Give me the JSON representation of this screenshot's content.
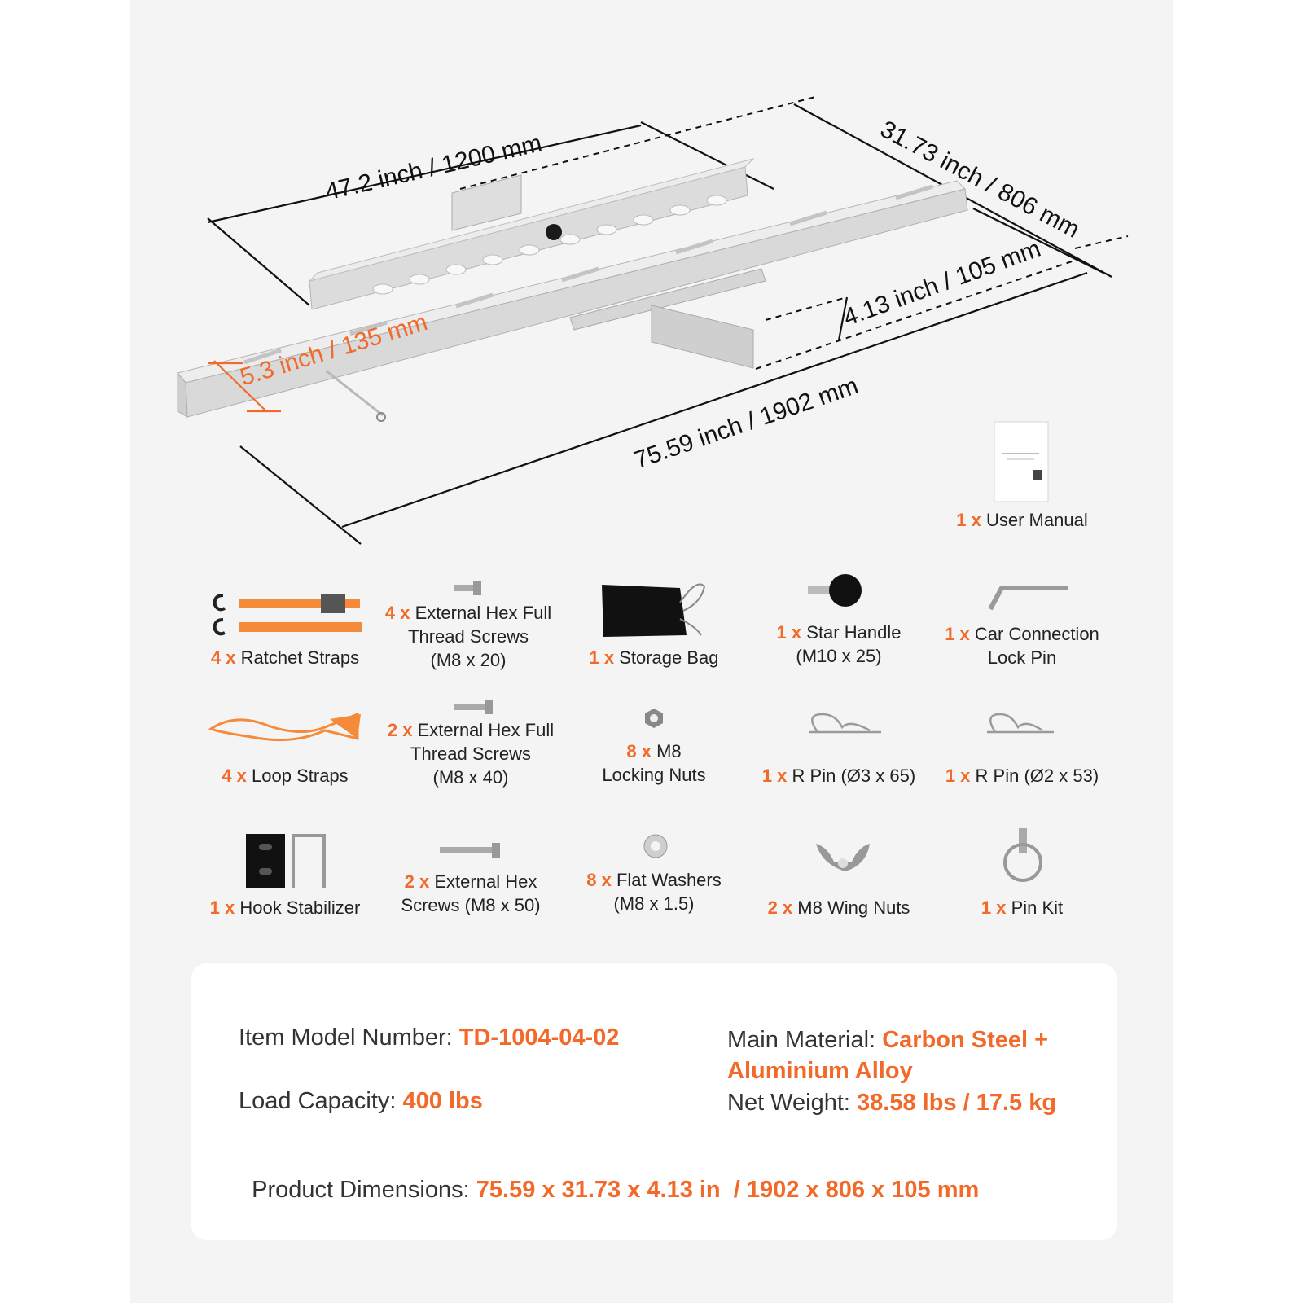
{
  "dimensions": {
    "length_top": "47.2 inch / 1200 mm",
    "width": "31.73 inch / 806 mm",
    "height": "4.13 inch / 105 mm",
    "inner_width": "5.3 inch / 135 mm",
    "length_total": "75.59 inch / 1902 mm"
  },
  "manual": {
    "qty": "1 x",
    "label": "User Manual"
  },
  "items": [
    {
      "qty": "4 x",
      "line1": "Ratchet Straps",
      "line2": "",
      "line3": "",
      "icon": "ratchet-strap-icon"
    },
    {
      "qty": "4 x",
      "line1": "External Hex Full",
      "line2": "Thread Screws",
      "line3": "(M8 x 20)",
      "icon": "hex-screw-icon"
    },
    {
      "qty": "1 x",
      "line1": "Storage Bag",
      "line2": "",
      "line3": "",
      "icon": "storage-bag-icon"
    },
    {
      "qty": "1 x",
      "line1": "Star Handle",
      "line2": "(M10 x 25)",
      "line3": "",
      "icon": "star-handle-icon"
    },
    {
      "qty": "1 x",
      "line1": "Car Connection",
      "line2": "Lock Pin",
      "line3": "",
      "icon": "lock-pin-icon"
    },
    {
      "qty": "4 x",
      "line1": "Loop Straps",
      "line2": "",
      "line3": "",
      "icon": "loop-strap-icon"
    },
    {
      "qty": "2 x",
      "line1": "External Hex Full",
      "line2": "Thread Screws",
      "line3": "(M8 x 40)",
      "icon": "hex-screw-icon"
    },
    {
      "qty": "8 x",
      "line1": "M8",
      "line2": "Locking Nuts",
      "line3": "",
      "icon": "locking-nut-icon"
    },
    {
      "qty": "1 x",
      "line1": "R Pin (Ø3 x 65)",
      "line2": "",
      "line3": "",
      "icon": "r-pin-icon"
    },
    {
      "qty": "1 x",
      "line1": "R Pin (Ø2 x 53)",
      "line2": "",
      "line3": "",
      "icon": "r-pin-icon"
    },
    {
      "qty": "1 x",
      "line1": "Hook Stabilizer",
      "line2": "",
      "line3": "",
      "icon": "hook-stabilizer-icon"
    },
    {
      "qty": "2 x",
      "line1": "External Hex",
      "line2": "Screws (M8 x 50)",
      "line3": "",
      "icon": "hex-screw-icon"
    },
    {
      "qty": "8 x",
      "line1": "Flat Washers",
      "line2": "(M8 x 1.5)",
      "line3": "",
      "icon": "flat-washer-icon"
    },
    {
      "qty": "2 x",
      "line1": "M8 Wing Nuts",
      "line2": "",
      "line3": "",
      "icon": "wing-nut-icon"
    },
    {
      "qty": "1 x",
      "line1": "Pin Kit",
      "line2": "",
      "line3": "",
      "icon": "pin-kit-icon"
    }
  ],
  "specs": {
    "model_label": "Item Model Number:",
    "model_value": "TD-1004-04-02",
    "material_label": "Main Material:",
    "material_value1": "Carbon Steel +",
    "material_value2": "Aluminium Alloy",
    "load_label": "Load Capacity:",
    "load_value": "400 lbs",
    "weight_label": "Net Weight:",
    "weight_value": "38.58 lbs / 17.5 kg",
    "dims_label": "Product Dimensions:",
    "dims_value": "75.59 x 31.73 x 4.13 in  / 1902 x 806 x 105 mm"
  },
  "colors": {
    "accent": "#f26a2a",
    "panel": "#f4f4f4",
    "text": "#222222"
  }
}
